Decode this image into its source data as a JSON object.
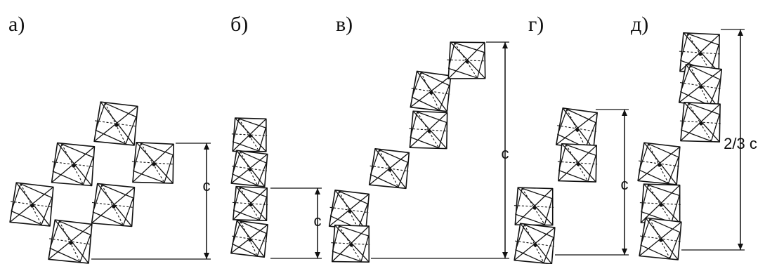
{
  "panels": [
    {
      "id": "a",
      "label": "а)",
      "dimension": "c"
    },
    {
      "id": "b",
      "label": "б)",
      "dimension": "c"
    },
    {
      "id": "v",
      "label": "в)",
      "dimension": "c"
    },
    {
      "id": "g",
      "label": "г)",
      "dimension": "c"
    },
    {
      "id": "d",
      "label": "д)",
      "dimension": "2/3 c"
    }
  ],
  "colors": {
    "ink": "#111111",
    "background": "#ffffff"
  }
}
